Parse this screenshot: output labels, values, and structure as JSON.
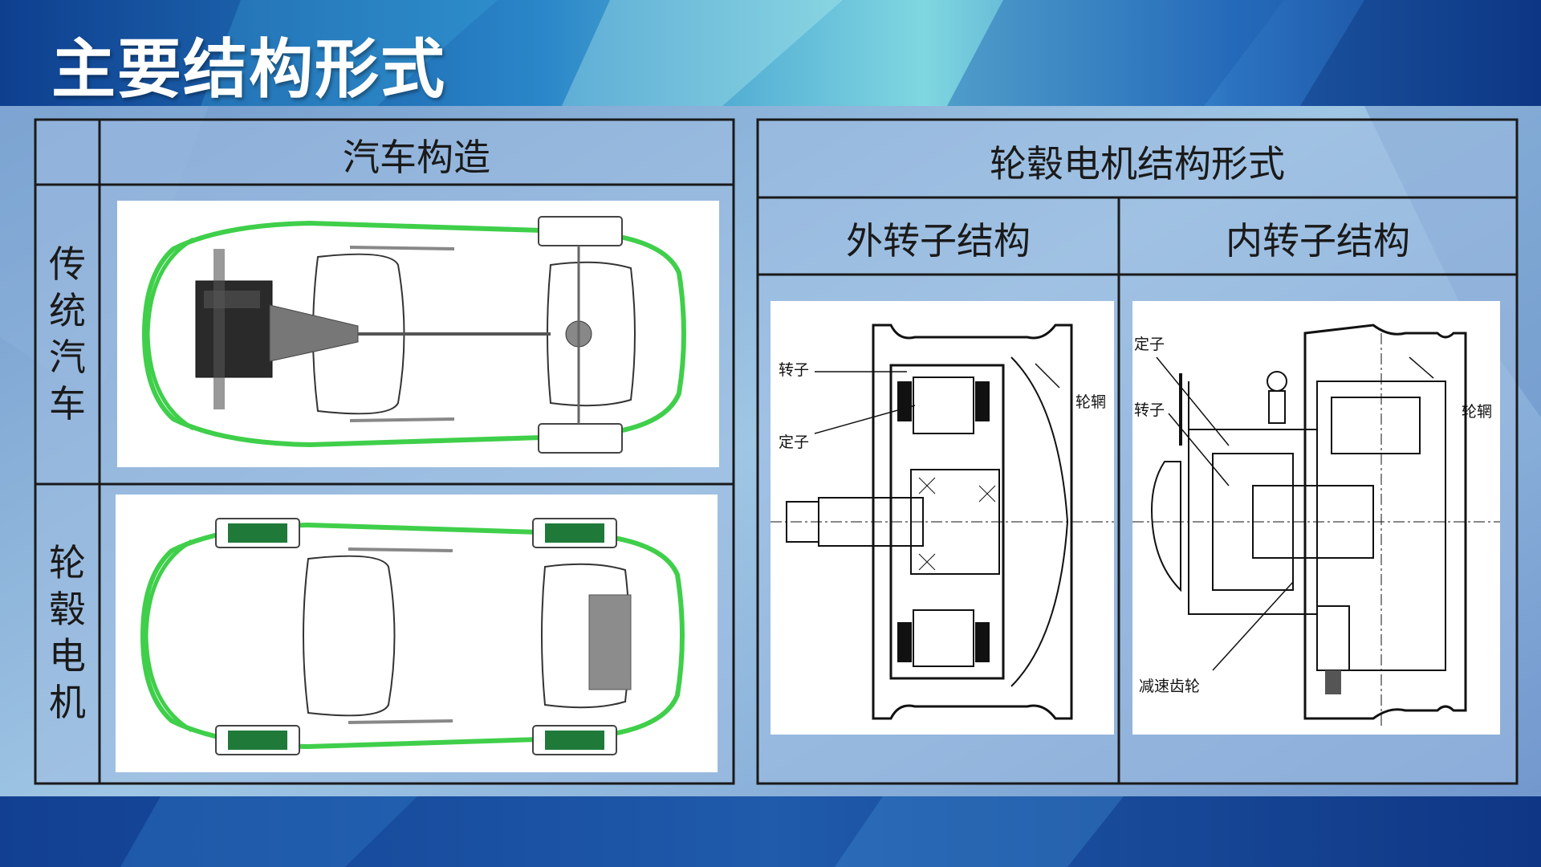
{
  "slide": {
    "title": "主要结构形式"
  },
  "left_table": {
    "column_header": "汽车构造",
    "rows": [
      {
        "label": "传统汽车",
        "label_chars": [
          "传",
          "统",
          "汽",
          "车"
        ]
      },
      {
        "label": "轮毂电机",
        "label_chars": [
          "轮",
          "毂",
          "电",
          "机"
        ]
      }
    ]
  },
  "right_table": {
    "header": "轮毂电机结构形式",
    "columns": [
      "外转子结构",
      "内转子结构"
    ],
    "outer_rotor_labels": {
      "rotor": "转子",
      "stator": "定子",
      "rim": "轮辋"
    },
    "inner_rotor_labels": {
      "stator": "定子",
      "rotor": "转子",
      "rim": "轮辋",
      "gear": "减速齿轮"
    }
  },
  "colors": {
    "outline_green": "#3fcf4a",
    "dark_blue": "#0f3f8a",
    "table_line": "#1a1a1a"
  }
}
